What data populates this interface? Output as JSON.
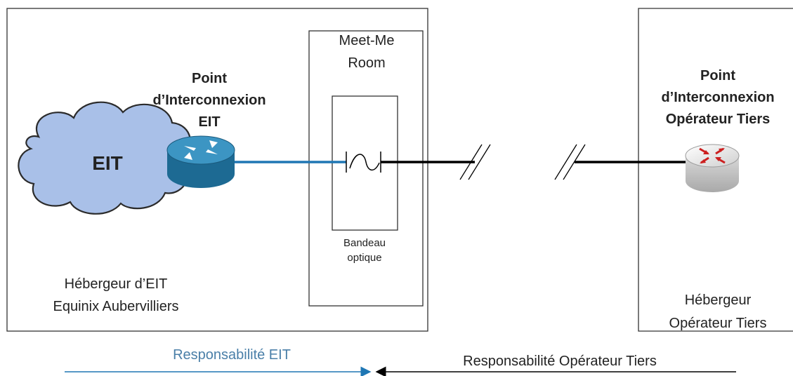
{
  "left_site": {
    "router_title": [
      "Point",
      "d’Interconnexion",
      "EIT"
    ],
    "cloud_label": "EIT",
    "host_label": [
      "Hébergeur d’EIT",
      "Equinix Aubervilliers"
    ]
  },
  "meet_me": {
    "title": [
      "Meet-Me",
      "Room"
    ],
    "panel_label": [
      "Bandeau",
      "optique"
    ]
  },
  "right_site": {
    "router_title": [
      "Point",
      "d’Interconnexion",
      "Opérateur Tiers"
    ],
    "host_label": [
      "Hébergeur",
      "Opérateur Tiers"
    ]
  },
  "responsibility": {
    "eit": "Responsabilité EIT",
    "operator": "Responsabilité Opérateur Tiers"
  },
  "colors": {
    "eit_blue": "#1f77b4",
    "eit_text": "#4a7fa8",
    "cloud_fill": "#a9c0e8",
    "router_blue": "#1d6a93",
    "router_red": "#cc1f1f",
    "line_black": "#000000"
  }
}
